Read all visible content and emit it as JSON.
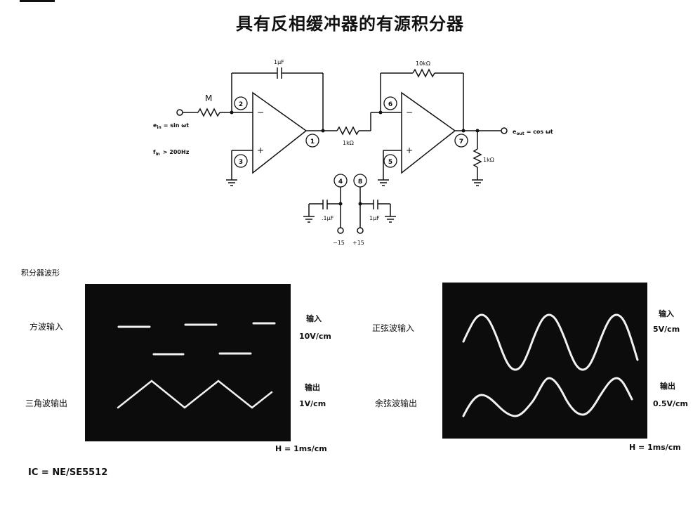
{
  "title": "具有反相缓冲器的有源积分器",
  "circuit": {
    "resistor_in": "M",
    "cap_feedback": "1μF",
    "res_feedback2": "10kΩ",
    "res_mid": "1kΩ",
    "res_load": "1kΩ",
    "ein": "e",
    "ein_sub": "in",
    "ein_eq": "= sin ωt",
    "fin": "f",
    "fin_sub": "in",
    "fin_eq": "> 200Hz",
    "eout": "e",
    "eout_sub": "out",
    "eout_eq": "= cos ωt",
    "pins": [
      "1",
      "2",
      "3",
      "4",
      "5",
      "6",
      "7",
      "8"
    ],
    "minus": "−",
    "plus": "+",
    "cap_bypass_left": ".1μF",
    "cap_bypass_right": "1μF",
    "supply_left": "−15",
    "supply_right": "+15"
  },
  "waveforms": {
    "section_title": "积分器波形",
    "left": {
      "label_top": "方波输入",
      "label_bottom": "三角波输出",
      "right_top_1": "输入",
      "right_top_2": "10V/cm",
      "right_bottom_1": "输出",
      "right_bottom_2": "1V/cm",
      "timebase": "H = 1ms/cm"
    },
    "right": {
      "label_top": "正弦波输入",
      "label_bottom": "余弦波输出",
      "right_top_1": "输入",
      "right_top_2": "5V/cm",
      "right_bottom_1": "输出",
      "right_bottom_2": "0.5V/cm",
      "timebase": "H = 1ms/cm"
    }
  },
  "footer": "IC = NE/SE5512"
}
